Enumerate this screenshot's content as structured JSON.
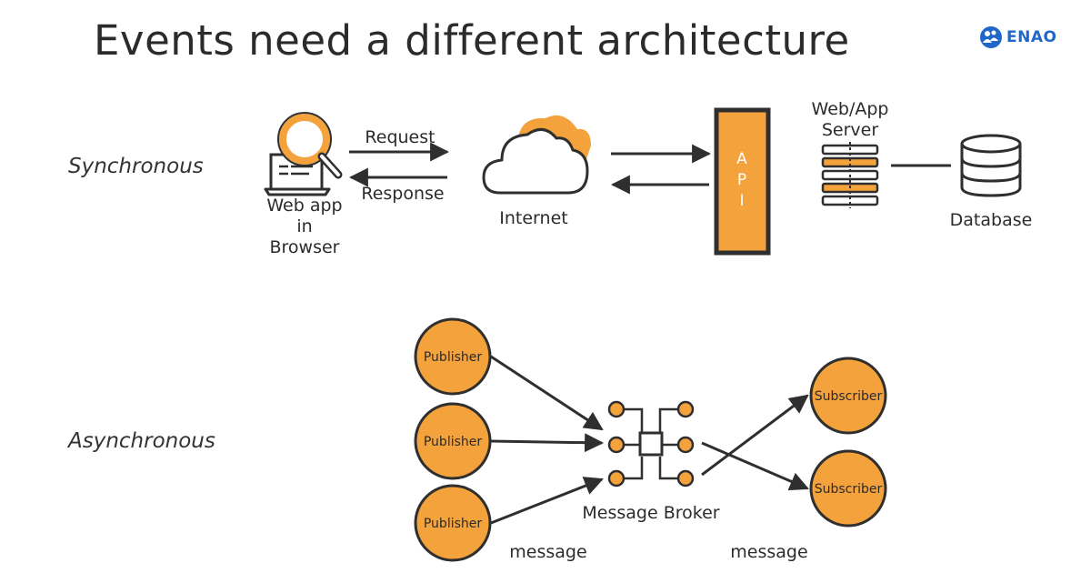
{
  "title": "Events need a different architecture",
  "logo": {
    "text": "ENAO",
    "icon": "enao-people-icon",
    "color": "#1f67c8"
  },
  "colors": {
    "accent": "#f4a23c",
    "stroke": "#2f2f2f"
  },
  "synchronous": {
    "row_label": "Synchronous",
    "browser_label": [
      "Web app",
      "in",
      "Browser"
    ],
    "request_label": "Request",
    "response_label": "Response",
    "internet_label": "Internet",
    "api_letters": [
      "A",
      "P",
      "I"
    ],
    "server_label": [
      "Web/App",
      "Server"
    ],
    "database_label": "Database"
  },
  "asynchronous": {
    "row_label": "Asynchronous",
    "publishers": [
      "Publisher",
      "Publisher",
      "Publisher"
    ],
    "subscribers": [
      "Subscriber",
      "Subscriber"
    ],
    "broker_label": "Message Broker",
    "message_left": "message",
    "message_right": "message"
  }
}
